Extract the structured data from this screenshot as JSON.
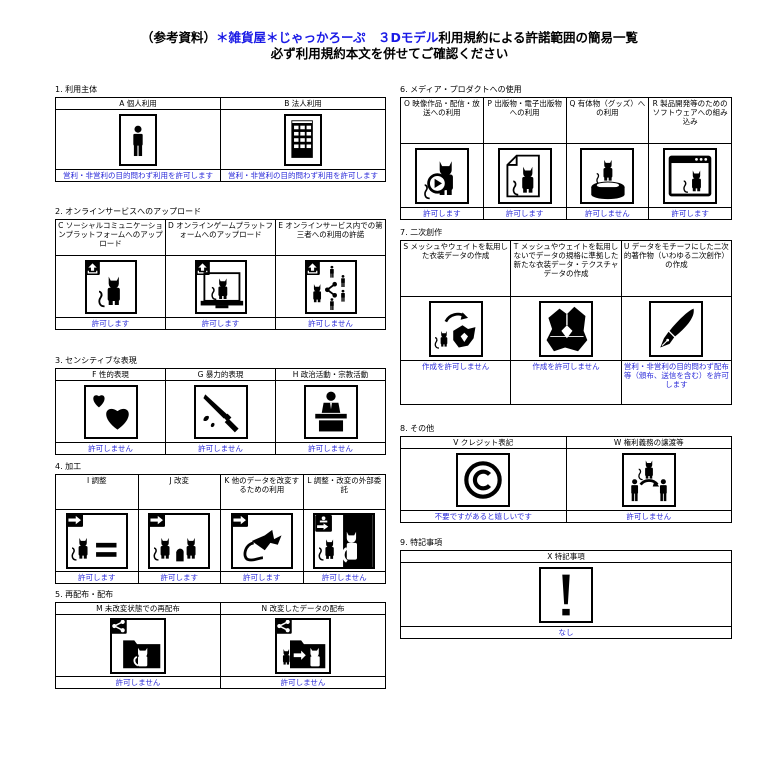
{
  "title": {
    "prefix": "（参考資料）",
    "highlight": "＊雑貨屋＊じゃっかろーぷ　３Dモデル",
    "suffix": "利用規約による許諾範囲の簡易一覧",
    "line2": "必ず利用規約本文を併せてご確認ください"
  },
  "colors": {
    "status_text": "#2b2bd9",
    "title_highlight": "#1a1ae6",
    "border": "#000000"
  },
  "sections": {
    "s1": {
      "label": "1. 利用主体",
      "items": [
        {
          "code": "A",
          "header": "A 個人利用",
          "icon": "person-icon",
          "status": "営利・非営利の目的問わず利用を許可します"
        },
        {
          "code": "B",
          "header": "B 法人利用",
          "icon": "building-icon",
          "status": "営利・非営利の目的問わず利用を許可します"
        }
      ]
    },
    "s2": {
      "label": "2. オンラインサービスへのアップロード",
      "items": [
        {
          "code": "C",
          "header": "C ソーシャルコミュニケーションプラットフォームへのアップロード",
          "icon": "upload-cat-icon",
          "status": "許可します"
        },
        {
          "code": "D",
          "header": "D オンラインゲームプラットフォームへのアップロード",
          "icon": "upload-monitor-cat-icon",
          "status": "許可します"
        },
        {
          "code": "E",
          "header": "E オンラインサービス内での第三者への利用の許諾",
          "icon": "upload-share-people-icon",
          "status": "許可しません"
        }
      ]
    },
    "s3": {
      "label": "3. センシティブな表現",
      "items": [
        {
          "code": "F",
          "header": "F 性的表現",
          "icon": "hearts-icon",
          "status": "許可しません"
        },
        {
          "code": "G",
          "header": "G 暴力的表現",
          "icon": "knife-icon",
          "status": "許可しません"
        },
        {
          "code": "H",
          "header": "H 政治活動・宗教活動",
          "icon": "podium-speaker-icon",
          "status": "許可しません"
        }
      ]
    },
    "s4": {
      "label": "4. 加工",
      "items": [
        {
          "code": "I",
          "header": "I 調整",
          "icon": "arrow-cat-equal-icon",
          "status": "許可します"
        },
        {
          "code": "J",
          "header": "J 改変",
          "icon": "arrow-cat-modified-icon",
          "status": "許可します"
        },
        {
          "code": "K",
          "header": "K 他のデータを改変するための利用",
          "icon": "arrow-tail-ribbon-icon",
          "status": "許可します"
        },
        {
          "code": "L",
          "header": "L 調整・改変の外部委託",
          "icon": "outsource-cat-icon",
          "status": "許可しません"
        }
      ]
    },
    "s5": {
      "label": "5. 再配布・配布",
      "items": [
        {
          "code": "M",
          "header": "M 未改変状態での再配布",
          "icon": "share-folder-cat-icon",
          "status": "許可しません"
        },
        {
          "code": "N",
          "header": "N 改変したデータの配布",
          "icon": "share-folder-cat-transfer-icon",
          "status": "許可しません"
        }
      ]
    },
    "s6": {
      "label": "6. メディア・プロダクトへの使用",
      "items": [
        {
          "code": "O",
          "header": "O 映像作品・配信・放送への利用",
          "icon": "video-play-cat-icon",
          "status": "許可します"
        },
        {
          "code": "P",
          "header": "P 出版物・電子出版物への利用",
          "icon": "document-cat-icon",
          "status": "許可します"
        },
        {
          "code": "Q",
          "header": "Q 有体物（グッズ）への利用",
          "icon": "figure-stand-cat-icon",
          "status": "許可しません"
        },
        {
          "code": "R",
          "header": "R 製品開発等のためのソフトウェアへの組み込み",
          "icon": "app-window-cat-icon",
          "status": "許可します"
        }
      ]
    },
    "s7": {
      "label": "7. 二次創作",
      "items": [
        {
          "code": "S",
          "header": "S メッシュやウェイトを転用した衣装データの作成",
          "icon": "cat-clothes-cycle-icon",
          "status": "作成を許可しません"
        },
        {
          "code": "T",
          "header": "T メッシュやウェイトを転用しないでデータの規格に準拠した新たな衣装データ・テクスチャデータの作成",
          "icon": "clothes-icon",
          "status": "作成を許可しません"
        },
        {
          "code": "U",
          "header": "U データをモチーフにした二次的著作物（いわゆる二次創作）の作成",
          "icon": "pen-nib-icon",
          "status": "営利・非営利の目的問わず配布等（頒布、送信を含む）を許可します"
        }
      ]
    },
    "s8": {
      "label": "8. その他",
      "items": [
        {
          "code": "V",
          "header": "V クレジット表記",
          "icon": "copyright-icon",
          "status": "不要ですがあると嬉しいです"
        },
        {
          "code": "W",
          "header": "W 権利義務の譲渡等",
          "icon": "transfer-rights-icon",
          "status": "許可しません"
        }
      ]
    },
    "s9": {
      "label": "9. 特記事項",
      "items": [
        {
          "code": "X",
          "header": "X 特記事項",
          "icon": "exclamation-icon",
          "status": "なし"
        }
      ]
    }
  }
}
